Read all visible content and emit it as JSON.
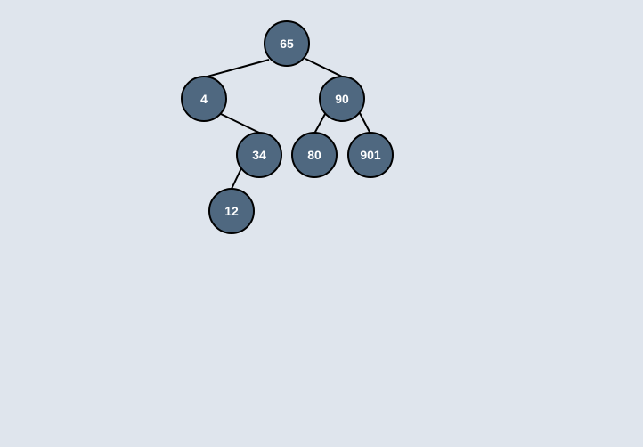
{
  "tree": {
    "nodes": [
      {
        "id": "n65",
        "label": "65"
      },
      {
        "id": "n4",
        "label": "4"
      },
      {
        "id": "n90",
        "label": "90"
      },
      {
        "id": "n34",
        "label": "34"
      },
      {
        "id": "n80",
        "label": "80"
      },
      {
        "id": "n901",
        "label": "901"
      },
      {
        "id": "n12",
        "label": "12"
      }
    ],
    "edges": [
      {
        "from": "n65",
        "to": "n4"
      },
      {
        "from": "n65",
        "to": "n90"
      },
      {
        "from": "n4",
        "to": "n34"
      },
      {
        "from": "n90",
        "to": "n80"
      },
      {
        "from": "n90",
        "to": "n901"
      },
      {
        "from": "n34",
        "to": "n12"
      }
    ]
  },
  "colors": {
    "background": "#dfe5ed",
    "node_fill": "#4f6880",
    "node_stroke": "#000000",
    "edge": "#000000",
    "label": "#ffffff"
  }
}
